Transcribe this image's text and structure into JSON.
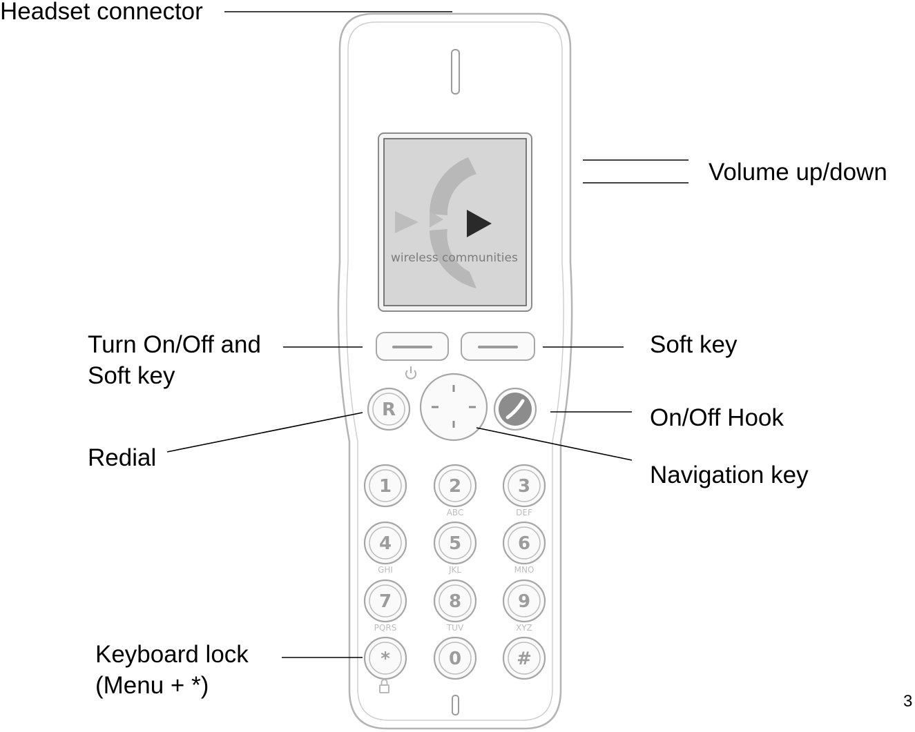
{
  "labels": {
    "headset_connector": "Headset connector",
    "volume": "Volume up/down",
    "turn_on_off_line1": "Turn On/Off and",
    "turn_on_off_line2": "Soft key",
    "soft_key": "Soft key",
    "on_off_hook": "On/Off Hook",
    "redial": "Redial",
    "navigation_key": "Navigation key",
    "keyboard_lock_line1": "Keyboard lock",
    "keyboard_lock_line2": "(Menu + *)"
  },
  "page_number": "3",
  "screen": {
    "logo_text": "wireless communities"
  },
  "redial_key": "R",
  "keypad": [
    {
      "digit": "1",
      "letters": ""
    },
    {
      "digit": "2",
      "letters": "ABC"
    },
    {
      "digit": "3",
      "letters": "DEF"
    },
    {
      "digit": "4",
      "letters": "GHI"
    },
    {
      "digit": "5",
      "letters": "JKL"
    },
    {
      "digit": "6",
      "letters": "MNO"
    },
    {
      "digit": "7",
      "letters": "PQRS"
    },
    {
      "digit": "8",
      "letters": "TUV"
    },
    {
      "digit": "9",
      "letters": "XYZ"
    },
    {
      "digit": "*",
      "letters": ""
    },
    {
      "digit": "0",
      "letters": ""
    },
    {
      "digit": "#",
      "letters": ""
    }
  ],
  "icons": {
    "power": "power-icon",
    "hook": "phone-handset-icon",
    "lock": "padlock-icon",
    "navigation": "navigation-pad"
  }
}
